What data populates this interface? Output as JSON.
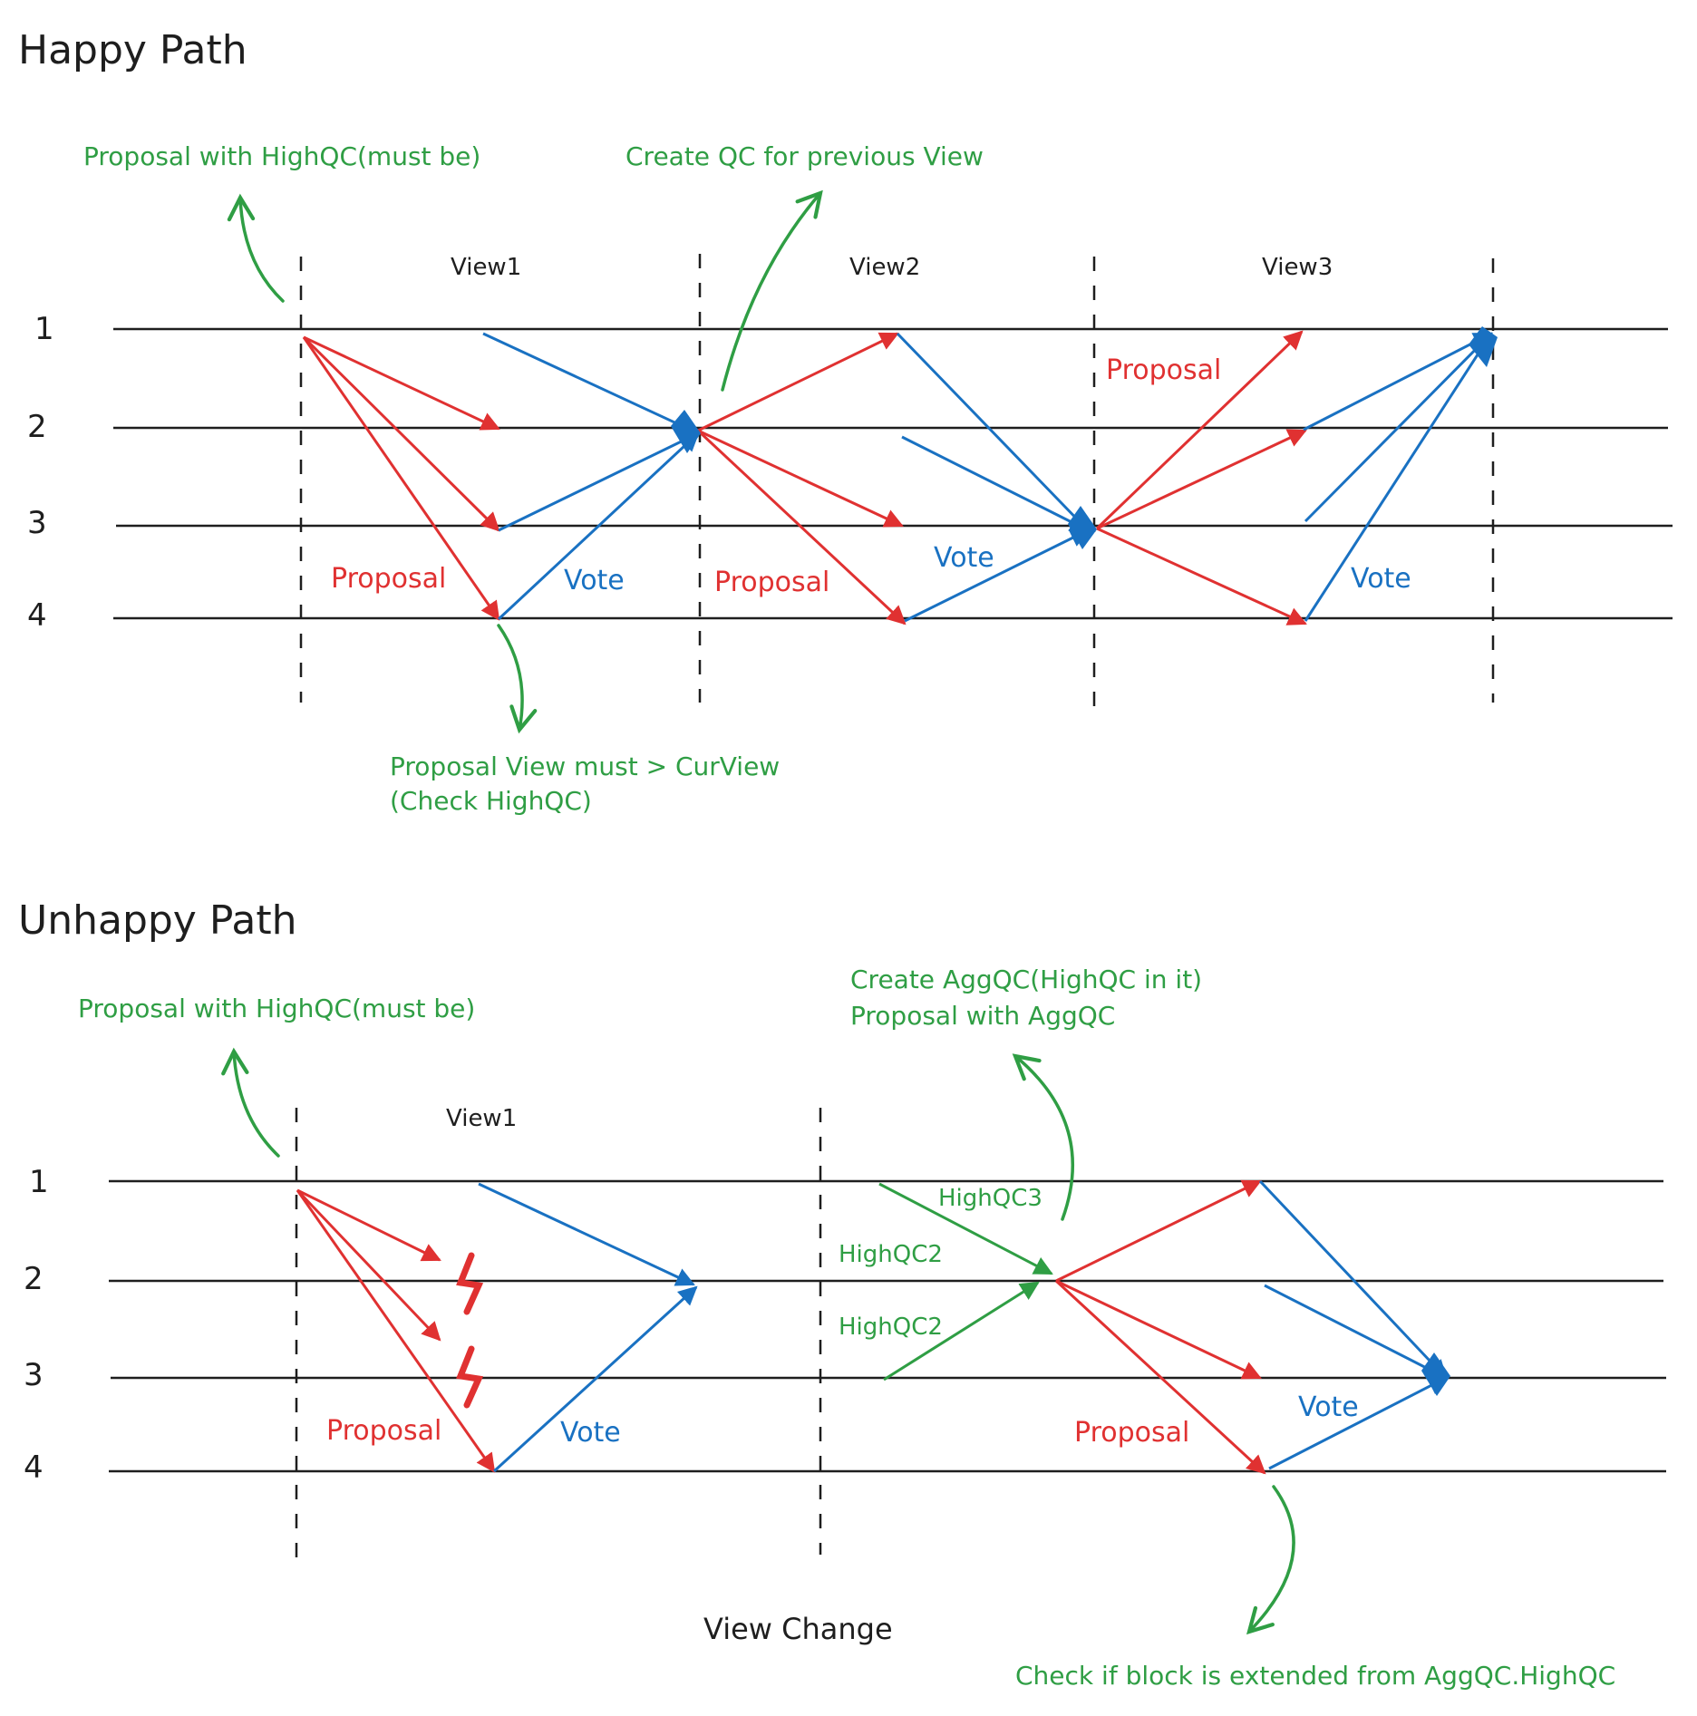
{
  "colors": {
    "ink": "#1e1e1e",
    "proposal": "#e03131",
    "vote": "#1971c2",
    "note": "#2f9e44"
  },
  "happy": {
    "title": "Happy Path",
    "nodes": [
      "1",
      "2",
      "3",
      "4"
    ],
    "views": [
      "View1",
      "View2",
      "View3"
    ],
    "labels": {
      "proposal_a": "Proposal",
      "vote_a": "Vote",
      "proposal_b": "Proposal",
      "vote_b": "Vote",
      "proposal_c": "Proposal",
      "vote_c": "Vote"
    },
    "notes": {
      "proposal_highqc": "Proposal with HighQC(must be)",
      "create_qc": "Create QC for previous View",
      "view_check_1": "Proposal View must > CurView",
      "view_check_2": "(Check HighQC)"
    }
  },
  "unhappy": {
    "title": "Unhappy Path",
    "nodes": [
      "1",
      "2",
      "3",
      "4"
    ],
    "views": [
      "View1"
    ],
    "labels": {
      "proposal_a": "Proposal",
      "vote_a": "Vote",
      "proposal_b": "Proposal",
      "vote_b": "Vote",
      "highqc3": "HighQC3",
      "highqc2_a": "HighQC2",
      "highqc2_b": "HighQC2"
    },
    "notes": {
      "proposal_highqc": "Proposal with HighQC(must be)",
      "aggqc_1": "Create AggQC(HighQC in it)",
      "aggqc_2": "Proposal with AggQC",
      "check_block": "Check if block is extended from AggQC.HighQC"
    },
    "view_change": "View Change"
  }
}
